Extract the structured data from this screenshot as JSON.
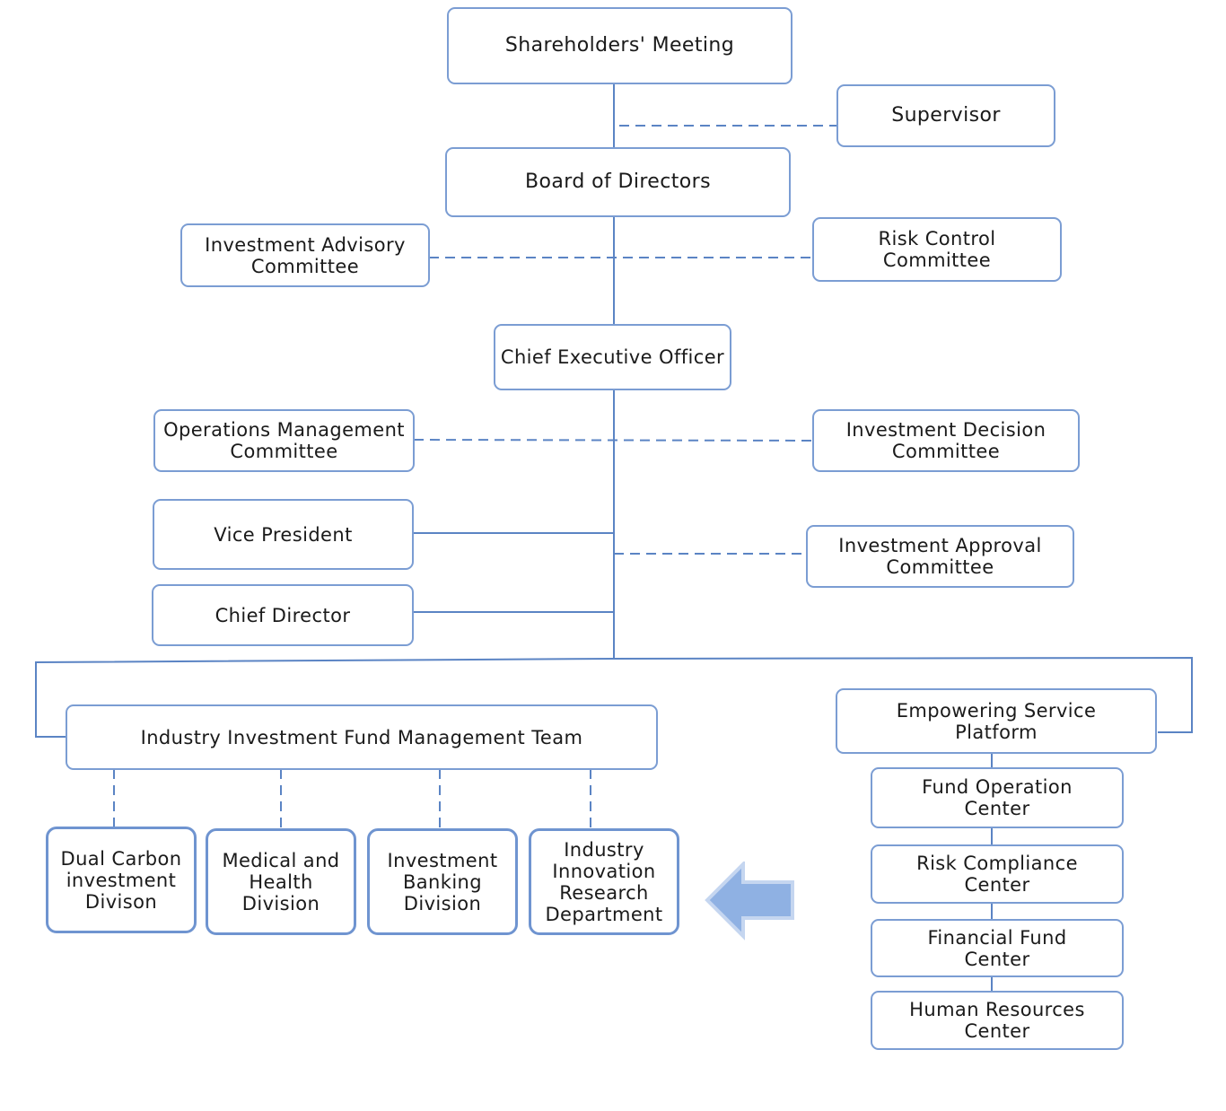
{
  "org": {
    "shareholders": "Shareholders' Meeting",
    "supervisor": "Supervisor",
    "board": "Board of Directors",
    "investment_advisory": "Investment Advisory\nCommittee",
    "risk_control": "Risk Control\nCommittee",
    "ceo": "Chief Executive Officer",
    "operations_management": "Operations Management\nCommittee",
    "investment_decision": "Investment Decision\nCommittee",
    "vice_president": "Vice President",
    "investment_approval": "Investment Approval\nCommittee",
    "chief_director": "Chief Director",
    "fund_team": "Industry Investment Fund Management Team",
    "divisions": [
      "Dual Carbon\ninvestment\nDivison",
      "Medical and\nHealth\nDivision",
      "Investment\nBanking\nDivision",
      "Industry\nInnovation\nResearch\nDepartment"
    ],
    "platform": "Empowering Service\nPlatform",
    "centers": [
      "Fund Operation\nCenter",
      "Risk Compliance\nCenter",
      "Financial Fund\nCenter",
      "Human Resources\nCenter"
    ]
  },
  "colors": {
    "border": "#7b9dd3",
    "line": "#5b84c4",
    "arrow_fill": "#8fb1e3",
    "arrow_stroke": "#c5d6f0"
  },
  "icons": {
    "arrow": "left-arrow-icon"
  }
}
